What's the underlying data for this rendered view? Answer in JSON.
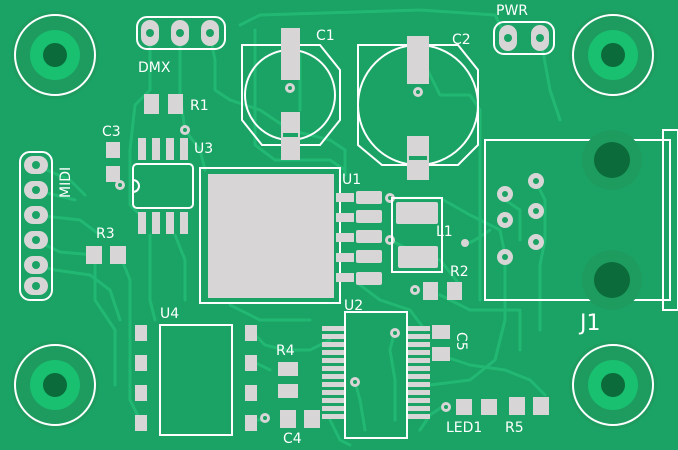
{
  "board": {
    "colors": {
      "soldermask": "#1aa364",
      "trace": "#22b873",
      "copper_pour": "#1e9c60",
      "pad": "#d7d5d5",
      "silkscreen": "#ffffff",
      "hole": "#0b6b3a",
      "ring_hole": "#18c070"
    }
  },
  "labels": {
    "dmx": "DMX",
    "r1": "R1",
    "c1": "C1",
    "c2": "C2",
    "pwr": "PWR",
    "c3": "C3",
    "u3": "U3",
    "midi": "MIDI",
    "u1": "U1",
    "l1": "L1",
    "r3": "R3",
    "r2": "R2",
    "j1": "J1",
    "u4": "U4",
    "u2": "U2",
    "r4": "R4",
    "c5": "C5",
    "c4": "C4",
    "led1": "LED1",
    "r5": "R5"
  }
}
